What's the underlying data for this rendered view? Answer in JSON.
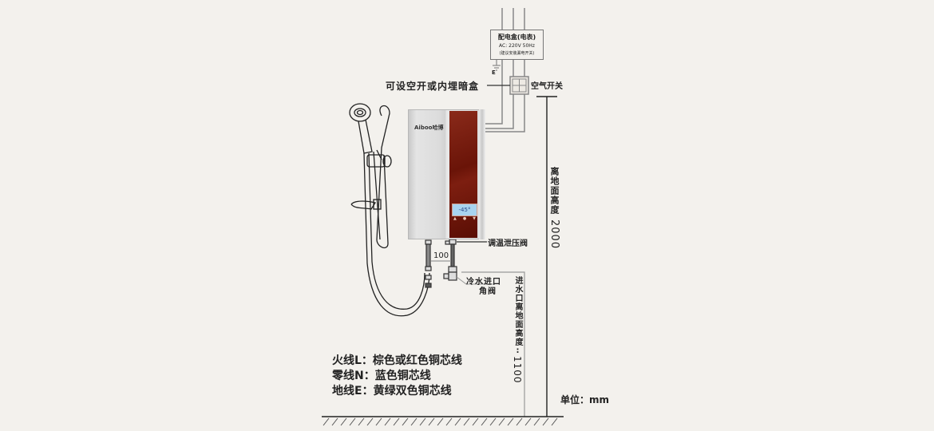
{
  "distribution_box": {
    "title": "配电盒(电表)",
    "spec": "AC: 220V   50Hz",
    "note": "(建议安装漏电开关)"
  },
  "earth_label": "E",
  "concealed_box_label": "可设空开或内埋暗盒",
  "air_switch_label": "空气开关",
  "heater": {
    "brand": "Aiboo哈博",
    "display_value": "-45°",
    "buttons": [
      "▲",
      "●",
      "▼"
    ],
    "colors": {
      "panel": "#6a1408",
      "body": "#dcdcdc",
      "lcd": "#a8d4f0"
    }
  },
  "valve_label": "调温泄压阀",
  "pipe_spacing": "100",
  "cold_inlet_label": [
    "冷水进口",
    "角阀"
  ],
  "inlet_height": {
    "label": "进水口离地面高度:",
    "value": "1100"
  },
  "heater_height": {
    "label": "离地面高度",
    "value": "2000"
  },
  "wiring_notes": [
    "火线L：棕色或红色铜芯线",
    "零线N：蓝色铜芯线",
    "地线E：黄绿双色铜芯线"
  ],
  "unit_label": "单位：mm"
}
